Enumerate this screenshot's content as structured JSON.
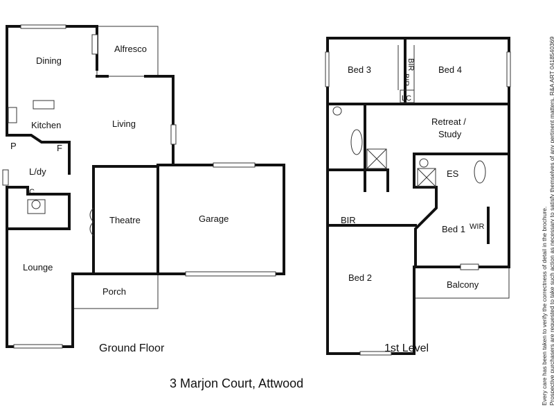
{
  "ground_floor": {
    "caption": "Ground Floor",
    "rooms": {
      "dining": "Dining",
      "alfresco": "Alfresco",
      "kitchen": "Kitchen",
      "living": "Living",
      "pantry": "P",
      "fridge": "F",
      "laundry": "L/dy",
      "cupboard": "C",
      "theatre": "Theatre",
      "garage": "Garage",
      "lounge": "Lounge",
      "porch": "Porch"
    }
  },
  "first_level": {
    "caption": "1st Level",
    "rooms": {
      "bed3": "Bed 3",
      "bed4": "Bed 4",
      "bir_top_left": "BIR",
      "bir_top_right": "BIR",
      "linen": "LC",
      "retreat": "Retreat /",
      "study": "Study",
      "ensuite": "ES",
      "bir": "BIR",
      "wir": "WIR",
      "bed1": "Bed 1",
      "bed2": "Bed 2",
      "balcony": "Balcony"
    }
  },
  "address": "3 Marjon Court, Attwood",
  "disclaimer": {
    "line1": "Every care has been taken to verify the correctness of detail in the brochure.",
    "line2": "Prospective purchasers are requested to take such action as necessary to satisfy themselves of any pertinent matters. R&A ART 0418540369"
  }
}
